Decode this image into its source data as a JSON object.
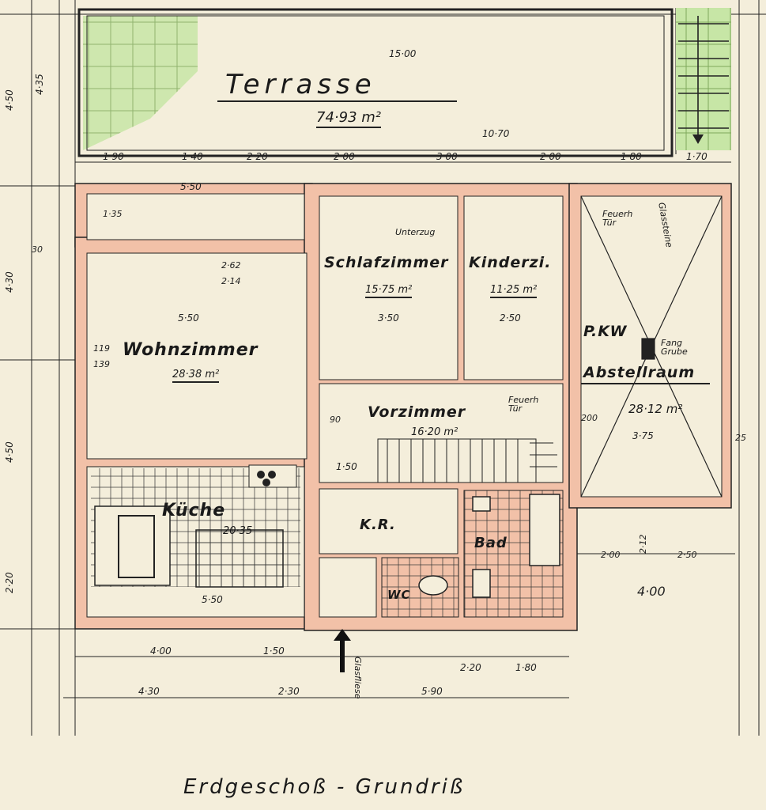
{
  "title": "Erdgeschoß - Grundriß",
  "rooms": {
    "terrasse": {
      "name": "Terrasse",
      "area": "74·93 m²"
    },
    "wohnzimmer": {
      "name": "Wohnzimmer",
      "area": "28·38 m²"
    },
    "schlafzimmer": {
      "name": "Schlafzimmer",
      "area": "15·75 m²"
    },
    "kinderzimmer": {
      "name": "Kinderzi.",
      "area": "11·25 m²"
    },
    "vorzimmer": {
      "name": "Vorzimmer",
      "area": "16·20 m²"
    },
    "kueche": {
      "name": "Küche",
      "area": "20·35"
    },
    "kr": {
      "name": "K.R."
    },
    "bad": {
      "name": "Bad"
    },
    "wc": {
      "name": "WC"
    },
    "pkw": {
      "name": "P.KW"
    },
    "abstellraum": {
      "name": "Abstellraum",
      "area": "28·12 m²"
    }
  },
  "notes": {
    "unterzug": "Unterzug",
    "feuerh_tuer_garage": "Feuerh Tür",
    "glassteine": "Glassteine",
    "fang_grube": "Fang Grube",
    "feuerh_tuer_hall": "Feuerh Tür",
    "glasfliese": "Glasfliese"
  },
  "dimensions": {
    "terrace_width": "15·00",
    "terrace_inner": "10·70",
    "top_row": [
      "1·90",
      "1·40",
      "2·20",
      "2·00",
      "3·00",
      "2·00",
      "1·80",
      "1·70"
    ],
    "room_550": "5·50",
    "bed_350": "3·50",
    "kids_250": "2·50",
    "garage_375": "3·75",
    "stairs_150": "1·50",
    "kitchen_550": "5·50",
    "bottom_row1": [
      "4·00",
      "1·50",
      "2·20",
      "1·80"
    ],
    "bottom_row2": [
      "4·30",
      "2·30",
      "5·90"
    ],
    "right_400": "4·00",
    "left_vertical": [
      "4·50",
      "4·35",
      "4·30",
      "4·50",
      "2·20"
    ],
    "misc": [
      "1·35",
      "2·62",
      "2·14",
      "30",
      "119",
      "139",
      "200",
      "90",
      "2·00",
      "2·50",
      "2·12",
      "25"
    ]
  },
  "colors": {
    "paper": "#f4eedb",
    "wall_fill": "#f2c1a8",
    "line": "#1e1e1e",
    "grass": "#bfe09a"
  }
}
